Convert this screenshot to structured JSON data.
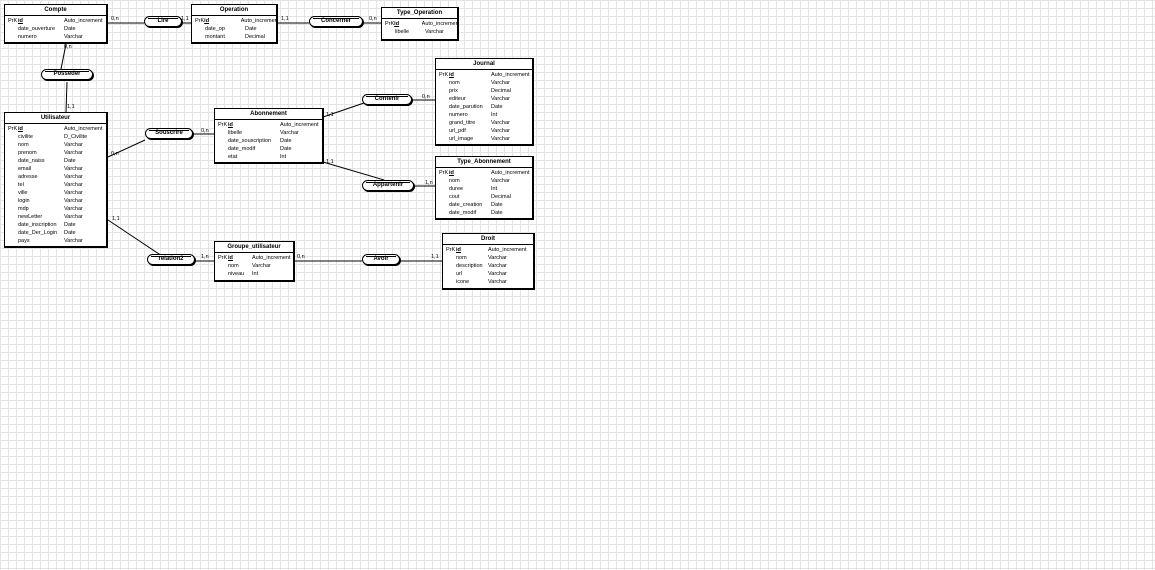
{
  "entities": {
    "compte": {
      "title": "Compte",
      "fields": [
        {
          "key": "PrK",
          "name": "id",
          "type": "Auto_increment",
          "pk": true
        },
        {
          "key": "",
          "name": "date_ouverture",
          "type": "Date"
        },
        {
          "key": "",
          "name": "numero",
          "type": "Varchar"
        }
      ]
    },
    "operation": {
      "title": "Operation",
      "fields": [
        {
          "key": "PrK",
          "name": "id",
          "type": "Auto_increment",
          "pk": true
        },
        {
          "key": "",
          "name": "date_op",
          "type": "Date"
        },
        {
          "key": "",
          "name": "montant",
          "type": "Decimal"
        }
      ]
    },
    "type_operation": {
      "title": "Type_Operation",
      "fields": [
        {
          "key": "PrK",
          "name": "id",
          "type": "Auto_increment",
          "pk": true
        },
        {
          "key": "",
          "name": "libelle",
          "type": "Varchar"
        }
      ]
    },
    "utilisateur": {
      "title": "Utilisateur",
      "fields": [
        {
          "key": "PrK",
          "name": "id",
          "type": "Auto_increment",
          "pk": true
        },
        {
          "key": "",
          "name": "civilite",
          "type": "D_Civilite"
        },
        {
          "key": "",
          "name": "nom",
          "type": "Varchar"
        },
        {
          "key": "",
          "name": "prenom",
          "type": "Varchar"
        },
        {
          "key": "",
          "name": "date_naiss",
          "type": "Date"
        },
        {
          "key": "",
          "name": "email",
          "type": "Varchar"
        },
        {
          "key": "",
          "name": "adresse",
          "type": "Varchar"
        },
        {
          "key": "",
          "name": "tel",
          "type": "Varchar"
        },
        {
          "key": "",
          "name": "ville",
          "type": "Varchar"
        },
        {
          "key": "",
          "name": "login",
          "type": "Varchar"
        },
        {
          "key": "",
          "name": "mdp",
          "type": "Varchar"
        },
        {
          "key": "",
          "name": "newLetter",
          "type": "Varchar"
        },
        {
          "key": "",
          "name": "date_inscription",
          "type": "Date"
        },
        {
          "key": "",
          "name": "date_Der_Login",
          "type": "Date"
        },
        {
          "key": "",
          "name": "pays",
          "type": "Varchar"
        }
      ]
    },
    "abonnement": {
      "title": "Abonnement",
      "fields": [
        {
          "key": "PrK",
          "name": "id",
          "type": "Auto_increment",
          "pk": true
        },
        {
          "key": "",
          "name": "libelle",
          "type": "Varchar"
        },
        {
          "key": "",
          "name": "date_souscription",
          "type": "Date"
        },
        {
          "key": "",
          "name": "date_modif",
          "type": "Date"
        },
        {
          "key": "",
          "name": "etat",
          "type": "Int"
        }
      ]
    },
    "journal": {
      "title": "Journal",
      "fields": [
        {
          "key": "PrK",
          "name": "id",
          "type": "Auto_increment",
          "pk": true
        },
        {
          "key": "",
          "name": "nom",
          "type": "Varchar"
        },
        {
          "key": "",
          "name": "prix",
          "type": "Decimal"
        },
        {
          "key": "",
          "name": "editeur",
          "type": "Varchar"
        },
        {
          "key": "",
          "name": "date_parution",
          "type": "Date"
        },
        {
          "key": "",
          "name": "numero",
          "type": "Int"
        },
        {
          "key": "",
          "name": "grand_titre",
          "type": "Varchar"
        },
        {
          "key": "",
          "name": "url_pdf",
          "type": "Varchar"
        },
        {
          "key": "",
          "name": "url_image",
          "type": "Varchar"
        }
      ]
    },
    "type_abonnement": {
      "title": "Type_Abonnement",
      "fields": [
        {
          "key": "PrK",
          "name": "id",
          "type": "Auto_increment",
          "pk": true
        },
        {
          "key": "",
          "name": "nom",
          "type": "Varchar"
        },
        {
          "key": "",
          "name": "duree",
          "type": "Int"
        },
        {
          "key": "",
          "name": "cout",
          "type": "Decimal"
        },
        {
          "key": "",
          "name": "date_creation",
          "type": "Date"
        },
        {
          "key": "",
          "name": "date_modif",
          "type": "Date"
        }
      ]
    },
    "groupe_utilisateur": {
      "title": "Groupe_utilisateur",
      "fields": [
        {
          "key": "PrK",
          "name": "id",
          "type": "Auto_increment",
          "pk": true
        },
        {
          "key": "",
          "name": "nom",
          "type": "Varchar"
        },
        {
          "key": "",
          "name": "niveau",
          "type": "Int"
        }
      ]
    },
    "droit": {
      "title": "Droit",
      "fields": [
        {
          "key": "PrK",
          "name": "id",
          "type": "Auto_increment",
          "pk": true
        },
        {
          "key": "",
          "name": "nom",
          "type": "Varchar"
        },
        {
          "key": "",
          "name": "description",
          "type": "Varchar"
        },
        {
          "key": "",
          "name": "url",
          "type": "Varchar"
        },
        {
          "key": "",
          "name": "icone",
          "type": "Varchar"
        }
      ]
    }
  },
  "relations": {
    "lire": "Lire",
    "concerner": "Concerner",
    "posseder": "Posseder",
    "souscrire": "Souscrire",
    "contenir": "Contenir",
    "appartenir": "Appartenir",
    "relation2": "relation2",
    "avoir": "Avoir"
  },
  "cardinalities": {
    "compte_lire": "0,n",
    "lire_operation": "1,1",
    "operation_concerner": "1,1",
    "concerner_type": "0,n",
    "compte_posseder": "0,n",
    "posseder_utilisateur": "1,1",
    "utilisateur_souscrire": "0,n",
    "souscrire_abonnement": "0,n",
    "abonnement_contenir": "1,1",
    "contenir_journal": "0,n",
    "abonnement_appartenir": "1,1",
    "appartenir_type": "1,n",
    "utilisateur_relation2": "1,1",
    "relation2_groupe": "1,n",
    "groupe_avoir": "0,n",
    "avoir_droit": "1,1"
  },
  "colors": {
    "line": "#000000",
    "grid": "#e4e4e4",
    "background": "#ffffff"
  }
}
